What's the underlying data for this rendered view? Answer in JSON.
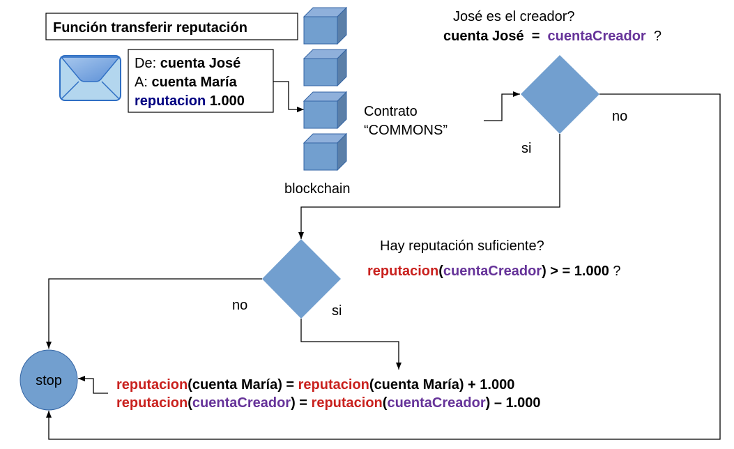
{
  "title": "Función transferir reputación",
  "message": {
    "from_label": "De:",
    "from_value": "cuenta José",
    "to_label": "A:",
    "to_value": "cuenta María",
    "amount_label": "reputacion",
    "amount_value": "1.000"
  },
  "blockchain_label": "blockchain",
  "contract": {
    "line1": "Contrato",
    "line2": "“COMMONS”"
  },
  "decision1": {
    "question": "José es el creador?",
    "lhs": "cuenta José",
    "op": "=",
    "rhs": "cuentaCreador",
    "q": "?",
    "yes": "si",
    "no": "no"
  },
  "decision2": {
    "question": "Hay reputación suficiente?",
    "fn": "reputacion",
    "arg": "cuentaCreador",
    "rest": ") > = 1.000",
    "q": "?",
    "yes": "si",
    "no": "no"
  },
  "action": {
    "line1": {
      "fn": "reputacion",
      "arg": "cuenta María",
      "eq": ") = ",
      "fn2": "reputacion",
      "arg2": "cuenta María",
      "tail": ") + 1.000"
    },
    "line2": {
      "fn": "reputacion",
      "arg": "cuentaCreador",
      "eq": ") = ",
      "fn2": "reputacion",
      "arg2": "cuentaCreador",
      "tail": ") – 1.000"
    }
  },
  "stop_label": "stop",
  "colors": {
    "red": "#c9211e",
    "purple": "#663399",
    "navy": "#000080",
    "shape": "#729fcf"
  }
}
